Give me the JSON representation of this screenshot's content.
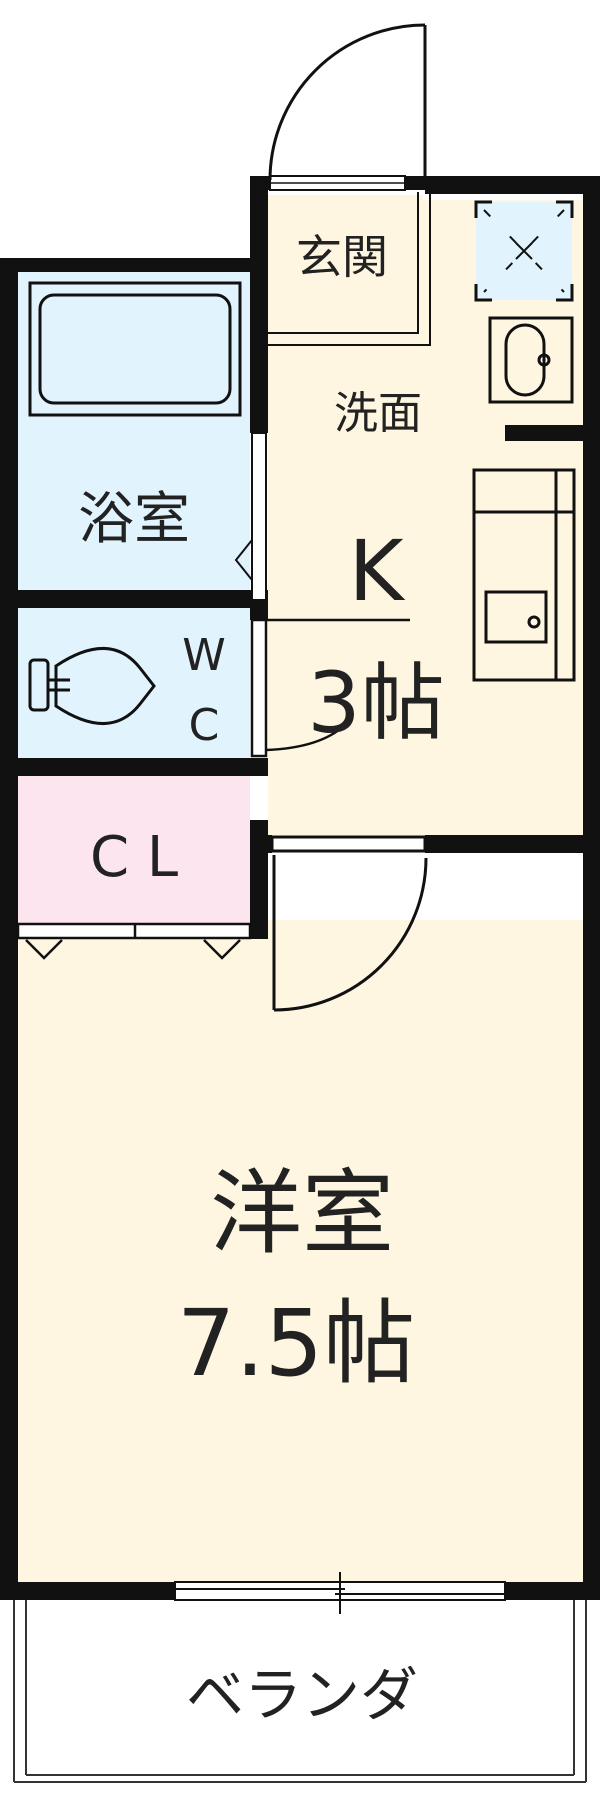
{
  "rooms": {
    "genkan": "玄関",
    "senmen": "洗面",
    "yokushitsu": "浴室",
    "wc_w": "W",
    "wc_c": "C",
    "kitchen_letter": "K",
    "kitchen_size": "3帖",
    "closet": "C L",
    "western_room": "洋室",
    "western_size": "7.5帖",
    "balcony": "ベランダ"
  },
  "colors": {
    "wall": "#111111",
    "floor": "#fef6e1",
    "wet": "#e1f3fd",
    "closet": "#fde5ef",
    "white": "#ffffff"
  }
}
